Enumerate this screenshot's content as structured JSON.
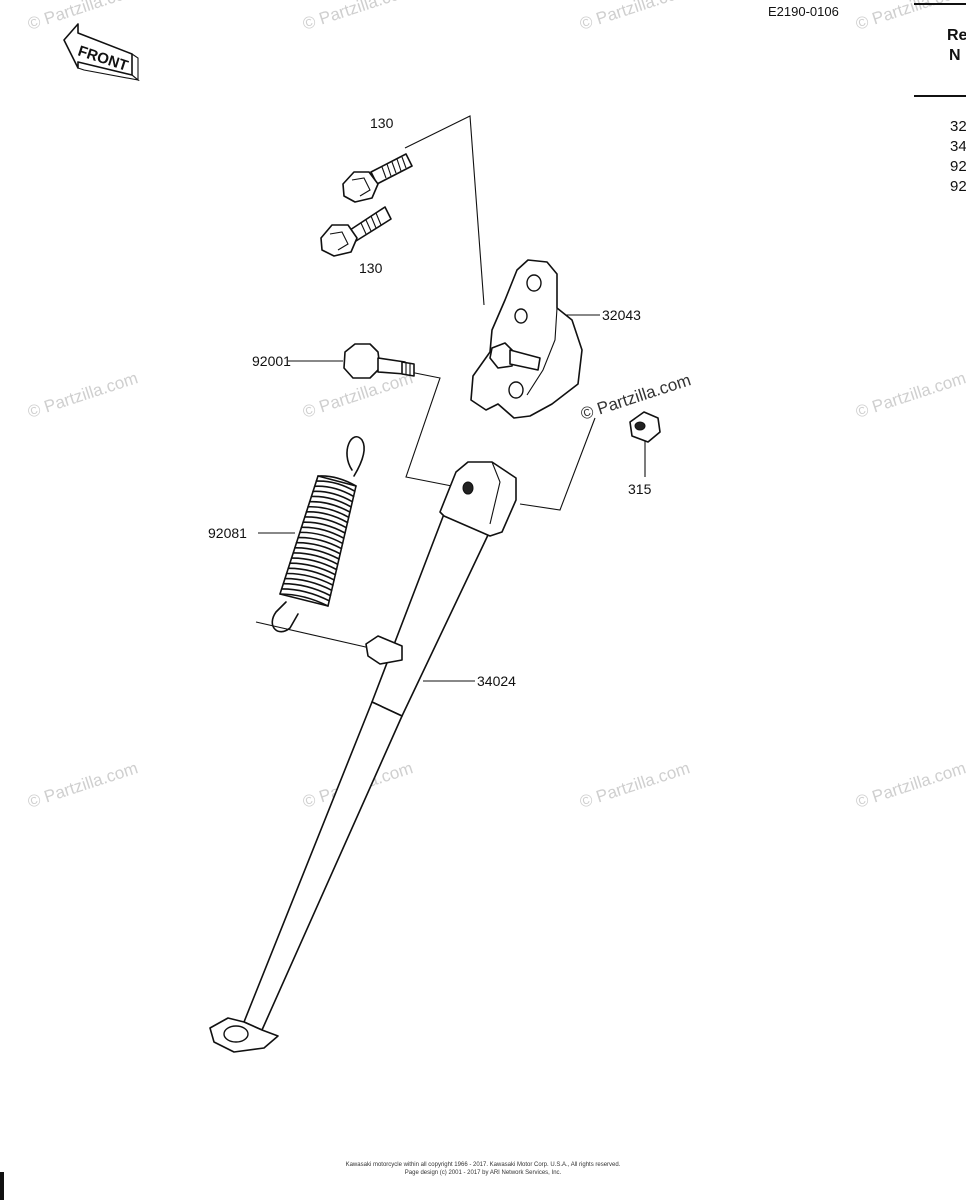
{
  "diagram": {
    "code": "E2190-0106",
    "front_label": "FRONT",
    "callouts": {
      "bolt_upper": "130",
      "bolt_lower": "130",
      "bracket": "32043",
      "pivot_bolt": "92001",
      "spring": "92081",
      "nut": "315",
      "stand": "34024"
    }
  },
  "watermark": "© Partzilla.com",
  "side_panel": {
    "header_line1": "Re",
    "header_line2": "N",
    "items": [
      "32",
      "34",
      "92",
      "92"
    ]
  },
  "copyright": {
    "line1": "Kawasaki motorcycle within all copyright 1966 - 2017. Kawasaki Motor Corp. U.S.A., All rights reserved.",
    "line2": "Page design (c) 2001 - 2017 by ARI Network Services, Inc."
  }
}
